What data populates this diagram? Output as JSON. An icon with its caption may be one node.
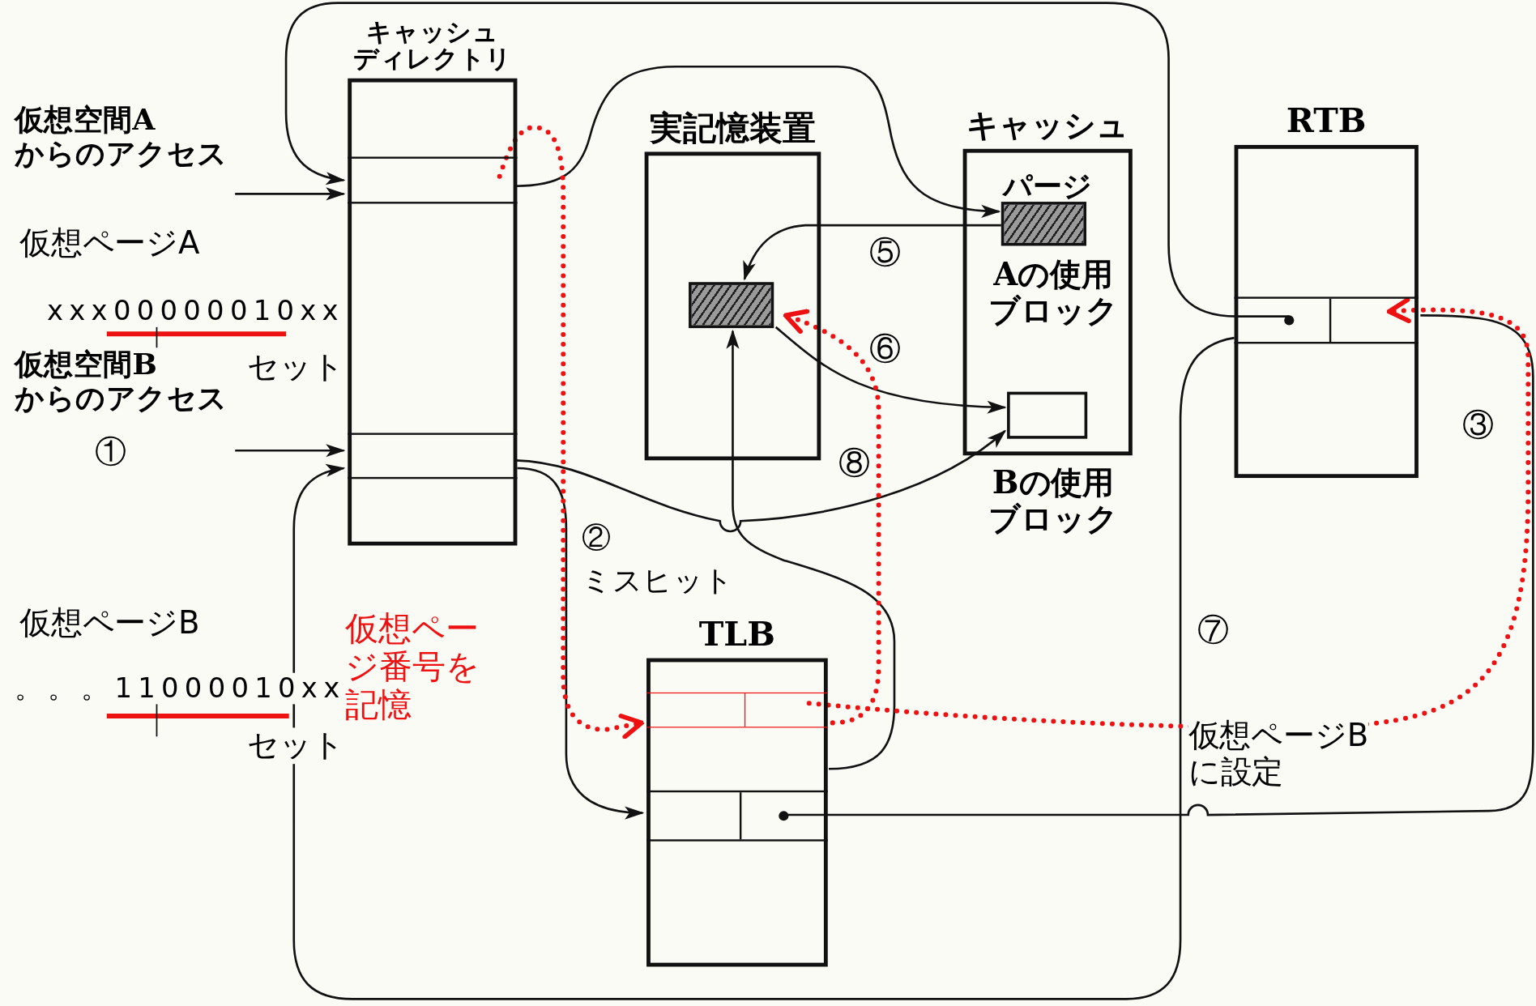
{
  "diagram": {
    "nodes": [
      {
        "text": [
          "キャッシュディレクトリ"
        ]
      },
      {
        "text": [],
        "shape": "box",
        "in": 0
      },
      {
        "text": [],
        "shape": "box",
        "in": 0
      },
      {
        "text": [
          "実記憶装置"
        ]
      },
      {
        "text": [],
        "shape": "box",
        "in": 3
      },
      {
        "text": [
          "キャッシュ",
          "パージ"
        ]
      },
      {
        "text": [],
        "shape": "box",
        "in": 5,
        "beside": [
          "Aの使用ブロック"
        ]
      },
      {
        "text": [],
        "shape": "box",
        "in": 5,
        "beside": [
          "Bの使用ブロック"
        ]
      },
      {
        "text": [
          "RTB"
        ]
      },
      {
        "text": [],
        "shape": "box",
        "in": 8
      },
      {
        "text": [
          "TLB"
        ]
      },
      {
        "text": [],
        "shape": "box",
        "in": 10
      },
      {
        "text": [],
        "shape": "box",
        "in": 10
      }
    ],
    "edges": [
      {
        "from": null,
        "to": 1,
        "arrow": "to"
      },
      {
        "from": null,
        "to": 2,
        "arrow": "to"
      },
      {
        "from": 1,
        "to": 6,
        "arrow": "to"
      },
      {
        "from": 9,
        "to": 1,
        "arrow": "to"
      },
      {
        "from": 6,
        "to": 4,
        "arrow": "to"
      },
      {
        "from": 4,
        "to": 7,
        "arrow": "to"
      },
      {
        "from": 2,
        "to": 7,
        "arrow": "to"
      },
      {
        "from": 2,
        "to": 12,
        "arrow": "to"
      },
      {
        "from": 10,
        "to": 4,
        "arrow": "to"
      },
      {
        "from": 12,
        "to": 9,
        "arrow": "none"
      },
      {
        "from": 9,
        "to": 2,
        "arrow": "to"
      },
      {
        "from": 1,
        "to": 11,
        "arrow": "to",
        "style": "dashed",
        "color": "#ee1111"
      },
      {
        "from": 11,
        "to": 4,
        "arrow": "to",
        "style": "dashed",
        "color": "#ee1111"
      },
      {
        "from": 11,
        "to": 9,
        "arrow": "to",
        "style": "dashed",
        "color": "#ee1111"
      }
    ],
    "labels": [
      "仮想空間Aからのアクセス",
      "仮想ページA",
      "xxx00000010xx",
      "セット",
      "仮想空間Bからのアクセス",
      "①",
      "仮想ページB",
      "。。。11000010xx",
      "セット",
      "仮想ページ番号を記憶",
      "②",
      "ミスヒット",
      "⑤",
      "⑥",
      "⑧",
      "③",
      "⑦",
      "仮想ページBに設定"
    ]
  }
}
